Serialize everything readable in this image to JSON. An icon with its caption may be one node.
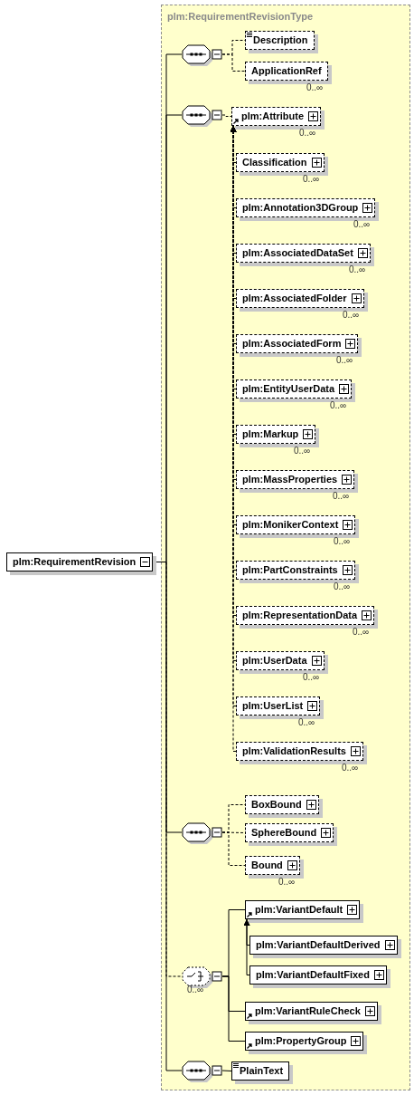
{
  "diagram": {
    "nodes": [
      {
        "text": [
          "plm:RequirementRevision"
        ]
      },
      {
        "text": [
          "plm:RequirementRevisionType"
        ]
      },
      {
        "text": [],
        "shape": "octagon",
        "in": 1
      },
      {
        "text": [
          "Description"
        ],
        "in": 1
      },
      {
        "text": [
          "ApplicationRef"
        ],
        "in": 1,
        "beside": [
          "0..∞"
        ]
      },
      {
        "text": [],
        "shape": "octagon",
        "in": 1
      },
      {
        "text": [
          "plm:Attribute"
        ],
        "in": 1,
        "beside": [
          "0..∞"
        ]
      },
      {
        "text": [
          "Classification"
        ],
        "in": 1,
        "beside": [
          "0..∞"
        ]
      },
      {
        "text": [
          "plm:Annotation3DGroup"
        ],
        "in": 1,
        "beside": [
          "0..∞"
        ]
      },
      {
        "text": [
          "plm:AssociatedDataSet"
        ],
        "in": 1,
        "beside": [
          "0..∞"
        ]
      },
      {
        "text": [
          "plm:AssociatedFolder"
        ],
        "in": 1,
        "beside": [
          "0..∞"
        ]
      },
      {
        "text": [
          "plm:AssociatedForm"
        ],
        "in": 1,
        "beside": [
          "0..∞"
        ]
      },
      {
        "text": [
          "plm:EntityUserData"
        ],
        "in": 1,
        "beside": [
          "0..∞"
        ]
      },
      {
        "text": [
          "plm:Markup"
        ],
        "in": 1,
        "beside": [
          "0..∞"
        ]
      },
      {
        "text": [
          "plm:MassProperties"
        ],
        "in": 1,
        "beside": [
          "0..∞"
        ]
      },
      {
        "text": [
          "plm:MonikerContext"
        ],
        "in": 1,
        "beside": [
          "0..∞"
        ]
      },
      {
        "text": [
          "plm:PartConstraints"
        ],
        "in": 1,
        "beside": [
          "0..∞"
        ]
      },
      {
        "text": [
          "plm:RepresentationData"
        ],
        "in": 1,
        "beside": [
          "0..∞"
        ]
      },
      {
        "text": [
          "plm:UserData"
        ],
        "in": 1,
        "beside": [
          "0..∞"
        ]
      },
      {
        "text": [
          "plm:UserList"
        ],
        "in": 1,
        "beside": [
          "0..∞"
        ]
      },
      {
        "text": [
          "plm:ValidationResults"
        ],
        "in": 1,
        "beside": [
          "0..∞"
        ]
      },
      {
        "text": [],
        "shape": "octagon",
        "in": 1
      },
      {
        "text": [
          "BoxBound"
        ],
        "in": 1
      },
      {
        "text": [
          "SphereBound"
        ],
        "in": 1
      },
      {
        "text": [
          "Bound"
        ],
        "in": 1,
        "beside": [
          "0..∞"
        ]
      },
      {
        "text": [],
        "shape": "octagon",
        "in": 1,
        "beside": [
          "0..∞"
        ]
      },
      {
        "text": [
          "plm:VariantDefault"
        ],
        "in": 1
      },
      {
        "text": [
          "plm:VariantDefaultDerived"
        ],
        "in": 1
      },
      {
        "text": [
          "plm:VariantDefaultFixed"
        ],
        "in": 1
      },
      {
        "text": [
          "plm:VariantRuleCheck"
        ],
        "in": 1
      },
      {
        "text": [
          "plm:PropertyGroup"
        ],
        "in": 1
      },
      {
        "text": [],
        "shape": "octagon",
        "in": 1
      },
      {
        "text": [
          "PlainText"
        ],
        "in": 1
      }
    ],
    "edges": [
      {
        "from": 0,
        "to": 2,
        "arrow": "none"
      },
      {
        "from": 0,
        "to": 5,
        "arrow": "none"
      },
      {
        "from": 0,
        "to": 21,
        "arrow": "none"
      },
      {
        "from": 0,
        "to": 25,
        "arrow": "none",
        "style": "dashed"
      },
      {
        "from": 0,
        "to": 31,
        "arrow": "none"
      },
      {
        "from": 2,
        "to": 3,
        "arrow": "none",
        "style": "dashed"
      },
      {
        "from": 2,
        "to": 4,
        "arrow": "none",
        "style": "dashed"
      },
      {
        "from": 5,
        "to": 6,
        "arrow": "none",
        "style": "dashed"
      },
      {
        "from": 7,
        "to": 6,
        "arrow": "to",
        "style": "dashed"
      },
      {
        "from": 8,
        "to": 6,
        "arrow": "to",
        "style": "dashed"
      },
      {
        "from": 9,
        "to": 6,
        "arrow": "to",
        "style": "dashed"
      },
      {
        "from": 10,
        "to": 6,
        "arrow": "to",
        "style": "dashed"
      },
      {
        "from": 11,
        "to": 6,
        "arrow": "to",
        "style": "dashed"
      },
      {
        "from": 12,
        "to": 6,
        "arrow": "to",
        "style": "dashed"
      },
      {
        "from": 13,
        "to": 6,
        "arrow": "to",
        "style": "dashed"
      },
      {
        "from": 14,
        "to": 6,
        "arrow": "to",
        "style": "dashed"
      },
      {
        "from": 15,
        "to": 6,
        "arrow": "to",
        "style": "dashed"
      },
      {
        "from": 16,
        "to": 6,
        "arrow": "to",
        "style": "dashed"
      },
      {
        "from": 17,
        "to": 6,
        "arrow": "to",
        "style": "dashed"
      },
      {
        "from": 18,
        "to": 6,
        "arrow": "to",
        "style": "dashed"
      },
      {
        "from": 19,
        "to": 6,
        "arrow": "to",
        "style": "dashed"
      },
      {
        "from": 20,
        "to": 6,
        "arrow": "to",
        "style": "dashed"
      },
      {
        "from": 21,
        "to": 22,
        "arrow": "none",
        "style": "dashed"
      },
      {
        "from": 21,
        "to": 23,
        "arrow": "none",
        "style": "dashed"
      },
      {
        "from": 21,
        "to": 24,
        "arrow": "none",
        "style": "dashed"
      },
      {
        "from": 25,
        "to": 26,
        "arrow": "none"
      },
      {
        "from": 27,
        "to": 26,
        "arrow": "to"
      },
      {
        "from": 28,
        "to": 26,
        "arrow": "to"
      },
      {
        "from": 25,
        "to": 29,
        "arrow": "none"
      },
      {
        "from": 25,
        "to": 30,
        "arrow": "none"
      },
      {
        "from": 31,
        "to": 32,
        "arrow": "none"
      }
    ]
  }
}
